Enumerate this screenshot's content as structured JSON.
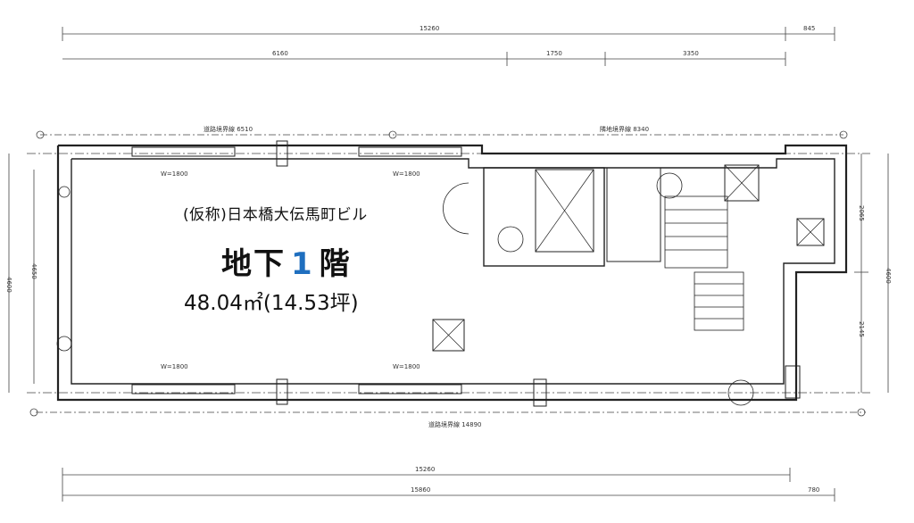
{
  "plan": {
    "building_name": "(仮称)日本橋大伝馬町ビル",
    "floor_prefix": "地下",
    "floor_number": "1",
    "floor_suffix": "階",
    "area": "48.04㎡(14.53坪)"
  },
  "dimensions": {
    "top_total": "15260",
    "top_right": "845",
    "top_a": "6160",
    "top_b": "1750",
    "top_c": "3350",
    "wall_top_left": "道路境界線 6510",
    "wall_top_right": "隣地境界線 8340",
    "bottom_wall": "道路境界線 14890",
    "bottom_total_1": "15260",
    "bottom_total_2": "15860",
    "bottom_right": "780",
    "left_total": "4600",
    "left_inner": "4650",
    "right_a": "2065",
    "right_b": "2145",
    "right_total": "4600",
    "window_w1": "W=1800",
    "window_w2": "W=1800",
    "window_w3": "W=1800",
    "window_w4": "W=1800"
  }
}
